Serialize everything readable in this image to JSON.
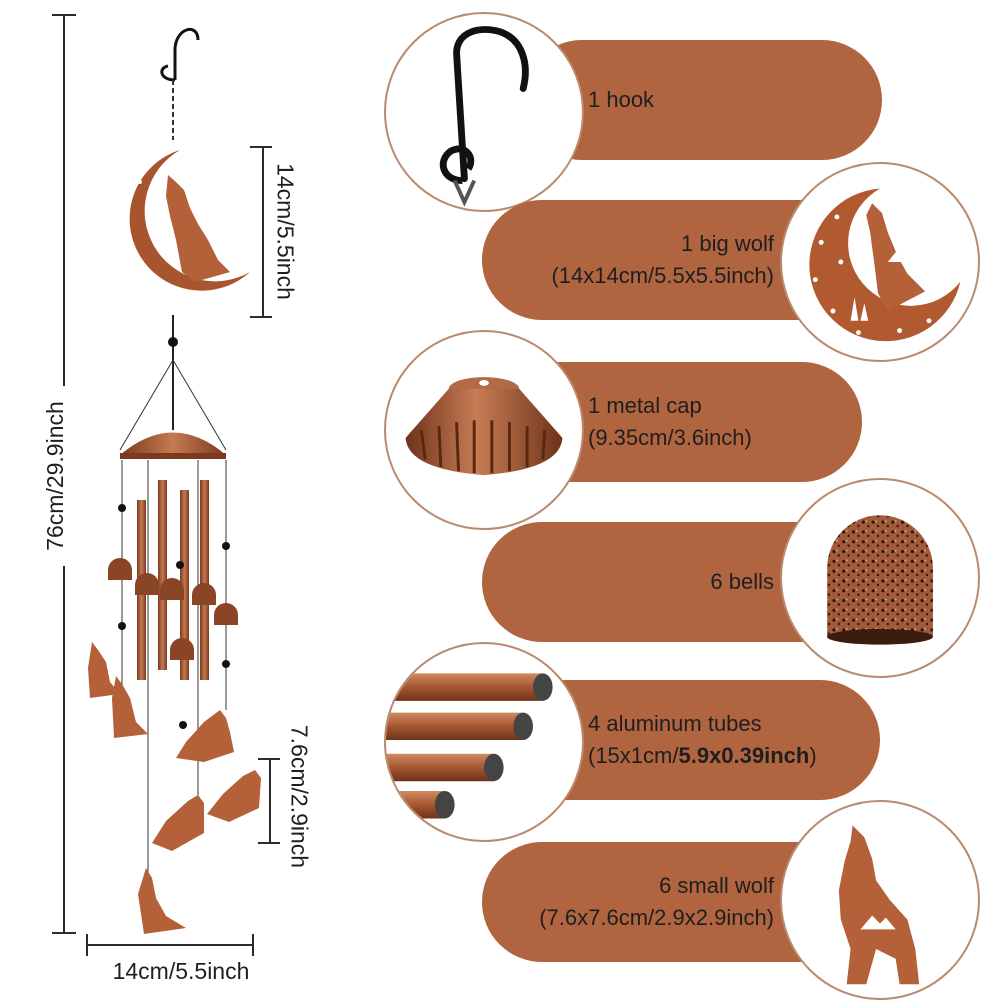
{
  "dimensions": {
    "total_height": "76cm/29.9inch",
    "big_wolf_height": "14cm/5.5inch",
    "small_wolf_height": "7.6cm/2.9inch",
    "width": "14cm/5.5inch"
  },
  "parts": [
    {
      "line1": "1 hook",
      "line2": ""
    },
    {
      "line1": "1 big wolf",
      "line2": "(14x14cm/5.5x5.5inch)"
    },
    {
      "line1": "1 metal cap",
      "line2": "(9.35cm/3.6inch)"
    },
    {
      "line1": "6 bells",
      "line2": ""
    },
    {
      "line1": "4 aluminum tubes",
      "line2_plain": "(15x1cm/",
      "line2_bold": "5.9x0.39inch",
      "line2_end": ")"
    },
    {
      "line1": "6 small wolf",
      "line2": "(7.6x7.6cm/2.9x2.9inch)"
    }
  ],
  "colors": {
    "pill": "#b0643f",
    "copper": "#a8542f",
    "copper_light": "#c98a66",
    "hook": "#111111"
  },
  "icons": [
    "hook-icon",
    "moon-wolf-icon",
    "metal-cap-icon",
    "bell-icon",
    "tubes-icon",
    "small-wolf-icon"
  ]
}
